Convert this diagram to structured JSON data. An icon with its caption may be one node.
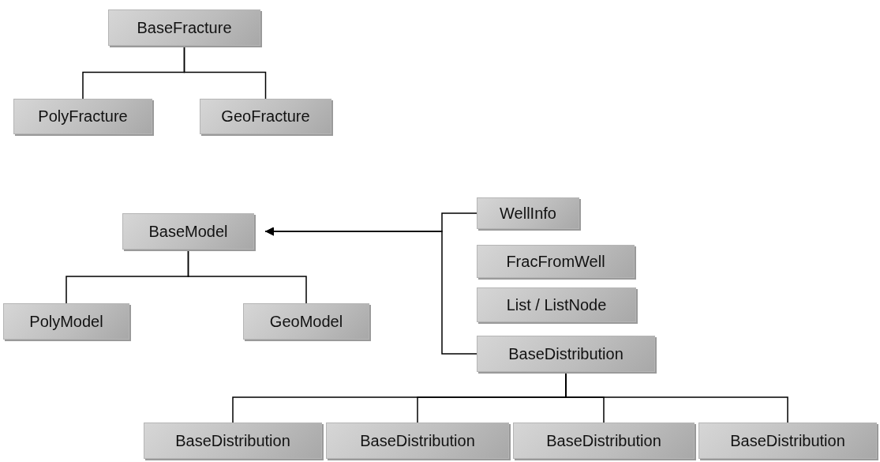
{
  "diagram": {
    "nodes": [
      {
        "text": [
          "BaseFracture"
        ]
      },
      {
        "text": [
          "PolyFracture"
        ]
      },
      {
        "text": [
          "GeoFracture"
        ]
      },
      {
        "text": [
          "BaseModel"
        ]
      },
      {
        "text": [
          "PolyModel"
        ]
      },
      {
        "text": [
          "GeoModel"
        ]
      },
      {
        "text": [
          "WellInfo"
        ]
      },
      {
        "text": [
          "FracFromWell"
        ]
      },
      {
        "text": [
          "List / ListNode"
        ]
      },
      {
        "text": [
          "BaseDistribution"
        ]
      },
      {
        "text": [
          "BaseDistribution"
        ]
      },
      {
        "text": [
          "BaseDistribution"
        ]
      },
      {
        "text": [
          "BaseDistribution"
        ]
      },
      {
        "text": [
          "BaseDistribution"
        ]
      }
    ],
    "edges": [
      {
        "from": 0,
        "to": 1,
        "arrow": "none"
      },
      {
        "from": 0,
        "to": 2,
        "arrow": "none"
      },
      {
        "from": 3,
        "to": 4,
        "arrow": "none"
      },
      {
        "from": 3,
        "to": 5,
        "arrow": "none"
      },
      {
        "from": 6,
        "to": 3,
        "arrow": "to"
      },
      {
        "from": 9,
        "to": 3,
        "arrow": "to"
      },
      {
        "from": 9,
        "to": 10,
        "arrow": "none"
      },
      {
        "from": 9,
        "to": 11,
        "arrow": "none"
      },
      {
        "from": 9,
        "to": 12,
        "arrow": "none"
      },
      {
        "from": 9,
        "to": 13,
        "arrow": "none"
      }
    ]
  }
}
